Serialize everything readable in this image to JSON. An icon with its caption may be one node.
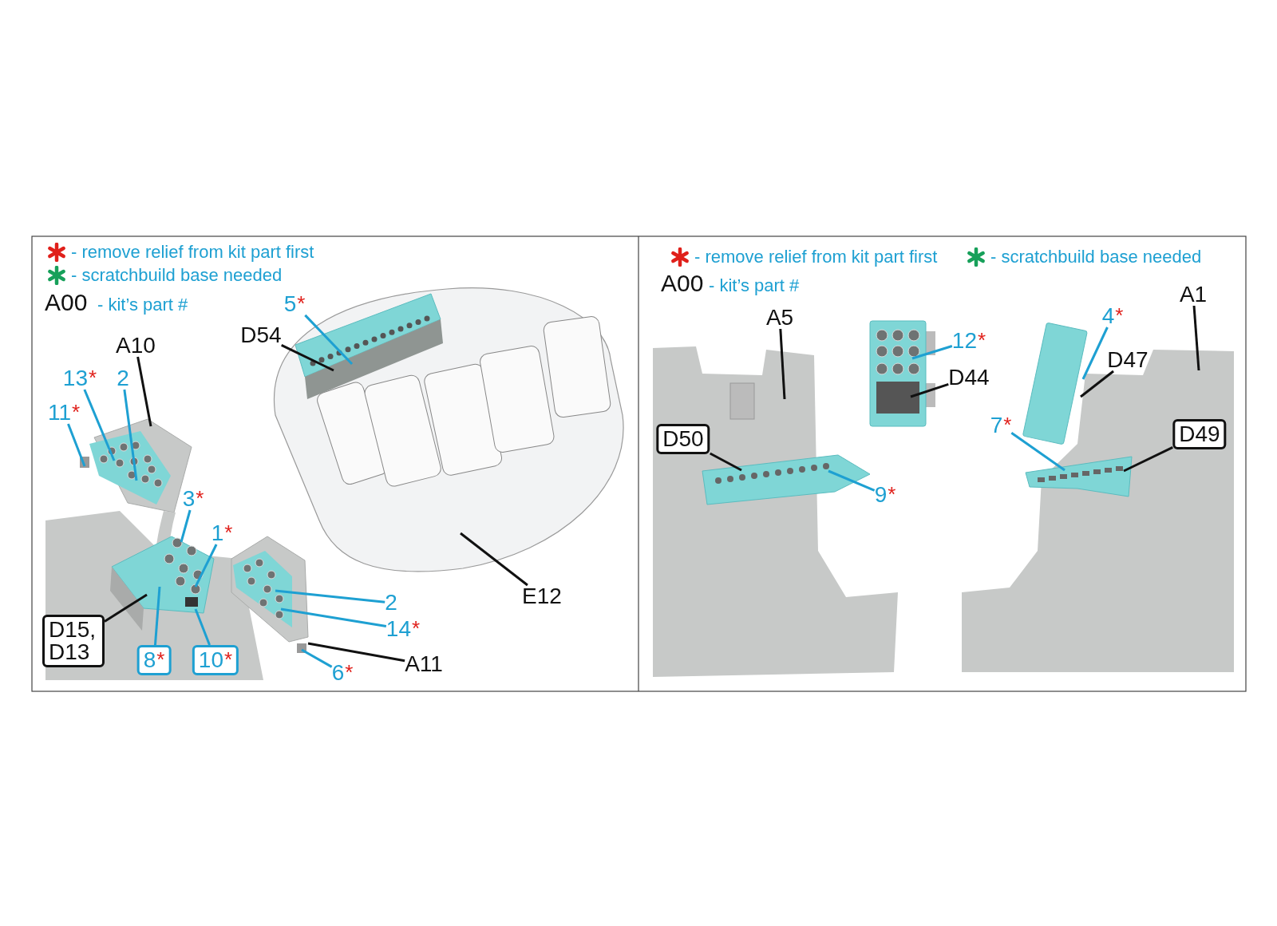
{
  "diagram": {
    "nodes": [
      {
        "text": [
          "13"
        ],
        "beside": [
          "*"
        ]
      },
      {
        "text": [
          "2"
        ]
      },
      {
        "text": [
          "A10"
        ]
      },
      {
        "text": [
          "11"
        ],
        "beside": [
          "*"
        ]
      },
      {
        "text": [
          "5"
        ],
        "beside": [
          "*"
        ]
      },
      {
        "text": [
          "D54"
        ]
      },
      {
        "text": [
          "3"
        ],
        "beside": [
          "*"
        ]
      },
      {
        "text": [
          "1"
        ],
        "beside": [
          "*"
        ]
      },
      {
        "text": [
          "2"
        ]
      },
      {
        "text": [
          "14"
        ],
        "beside": [
          "*"
        ]
      },
      {
        "text": [
          "D15, D13"
        ]
      },
      {
        "text": [
          "8",
          "*"
        ]
      },
      {
        "text": [
          "10",
          "*"
        ]
      },
      {
        "text": [
          "6"
        ],
        "beside": [
          "*"
        ]
      },
      {
        "text": [
          "A11"
        ]
      },
      {
        "text": [
          "E12"
        ]
      },
      {
        "text": [
          "A5"
        ]
      },
      {
        "text": [
          "12"
        ],
        "beside": [
          "*"
        ]
      },
      {
        "text": [
          "D44"
        ]
      },
      {
        "text": [
          "A1"
        ]
      },
      {
        "text": [
          "4"
        ],
        "beside": [
          "*"
        ]
      },
      {
        "text": [
          "D47"
        ]
      },
      {
        "text": [
          "D50"
        ]
      },
      {
        "text": [
          "7"
        ],
        "beside": [
          "*"
        ]
      },
      {
        "text": [
          "D49"
        ]
      },
      {
        "text": [
          "9"
        ],
        "beside": [
          "*"
        ]
      }
    ],
    "edges": [
      {
        "from": 0,
        "to": null,
        "arrow": "none"
      },
      {
        "from": 1,
        "to": null,
        "arrow": "none"
      },
      {
        "from": 2,
        "to": null,
        "arrow": "none",
        "color": "#111111"
      },
      {
        "from": 3,
        "to": null,
        "arrow": "none"
      },
      {
        "from": 4,
        "to": null,
        "arrow": "none"
      },
      {
        "from": 5,
        "to": null,
        "arrow": "none",
        "color": "#111111"
      },
      {
        "from": 6,
        "to": null,
        "arrow": "none"
      },
      {
        "from": 7,
        "to": null,
        "arrow": "none"
      },
      {
        "from": 8,
        "to": null,
        "arrow": "none"
      },
      {
        "from": 9,
        "to": null,
        "arrow": "none"
      },
      {
        "from": 10,
        "to": null,
        "arrow": "none",
        "color": "#111111"
      },
      {
        "from": 11,
        "to": null,
        "arrow": "none"
      },
      {
        "from": 12,
        "to": null,
        "arrow": "none"
      },
      {
        "from": 13,
        "to": null,
        "arrow": "none"
      },
      {
        "from": 14,
        "to": null,
        "arrow": "none",
        "color": "#111111"
      },
      {
        "from": 15,
        "to": null,
        "arrow": "none",
        "color": "#111111"
      },
      {
        "from": 16,
        "to": null,
        "arrow": "none",
        "color": "#111111"
      },
      {
        "from": 17,
        "to": null,
        "arrow": "none"
      },
      {
        "from": 18,
        "to": null,
        "arrow": "none",
        "color": "#111111"
      },
      {
        "from": 19,
        "to": null,
        "arrow": "none",
        "color": "#111111"
      },
      {
        "from": 20,
        "to": null,
        "arrow": "none"
      },
      {
        "from": 21,
        "to": null,
        "arrow": "none",
        "color": "#111111"
      },
      {
        "from": 22,
        "to": null,
        "arrow": "none",
        "color": "#111111"
      },
      {
        "from": 23,
        "to": null,
        "arrow": "none"
      },
      {
        "from": 24,
        "to": null,
        "arrow": "none",
        "color": "#111111"
      },
      {
        "from": 25,
        "to": null,
        "arrow": "none"
      }
    ],
    "labels": [
      "A00",
      "- kit’s part #",
      "A00",
      "- kit’s part #"
    ],
    "legend": [
      {
        "text": "- remove relief from kit part first",
        "color": "#e0201b"
      },
      {
        "text": "- scratchbuild base needed",
        "color": "#17a05a"
      },
      {
        "text": "- remove relief from kit part first",
        "color": "#e0201b"
      },
      {
        "text": "- scratchbuild base needed",
        "color": "#17a05a"
      }
    ]
  }
}
